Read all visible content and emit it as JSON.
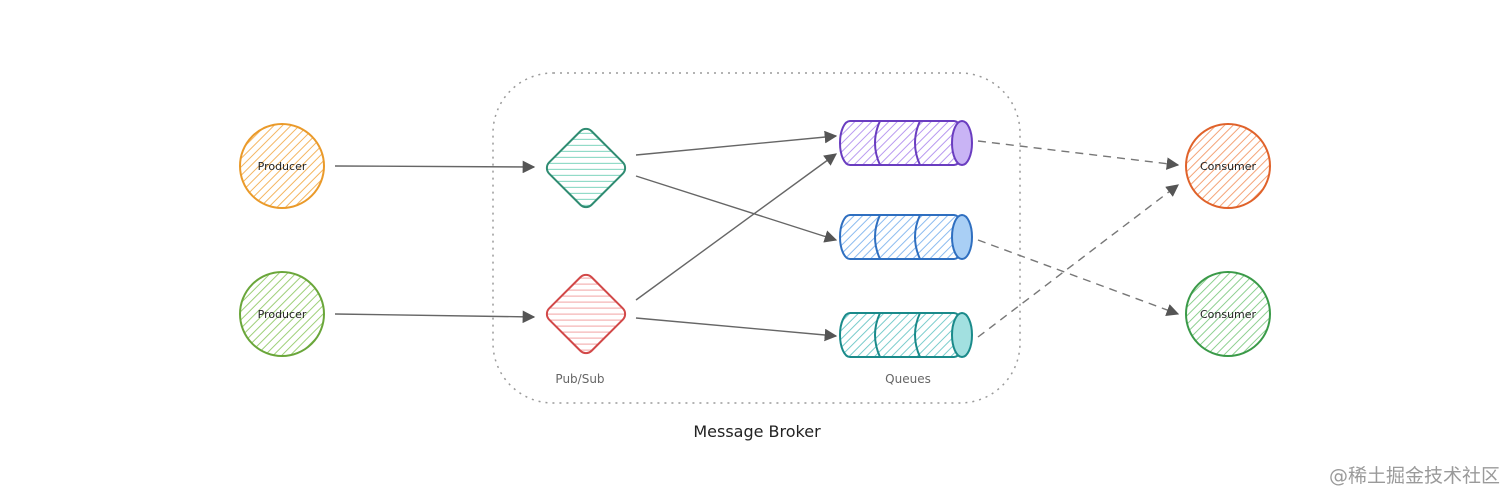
{
  "diagram": {
    "broker_label": "Message Broker",
    "pubsub_label": "Pub/Sub",
    "queues_label": "Queues",
    "producers": [
      {
        "label": "Producer",
        "color": "#f0a640"
      },
      {
        "label": "Producer",
        "color": "#86c452"
      }
    ],
    "exchanges": [
      {
        "color": "#3aa58a"
      },
      {
        "color": "#e05a5a"
      }
    ],
    "queues": [
      {
        "color": "#8a5cd8"
      },
      {
        "color": "#4a90d9"
      },
      {
        "color": "#2aa3a3"
      }
    ],
    "consumers": [
      {
        "label": "Consumer",
        "color": "#ea7740"
      },
      {
        "label": "Consumer",
        "color": "#4caf5a"
      }
    ]
  },
  "watermark": "@稀土掘金技术社区"
}
